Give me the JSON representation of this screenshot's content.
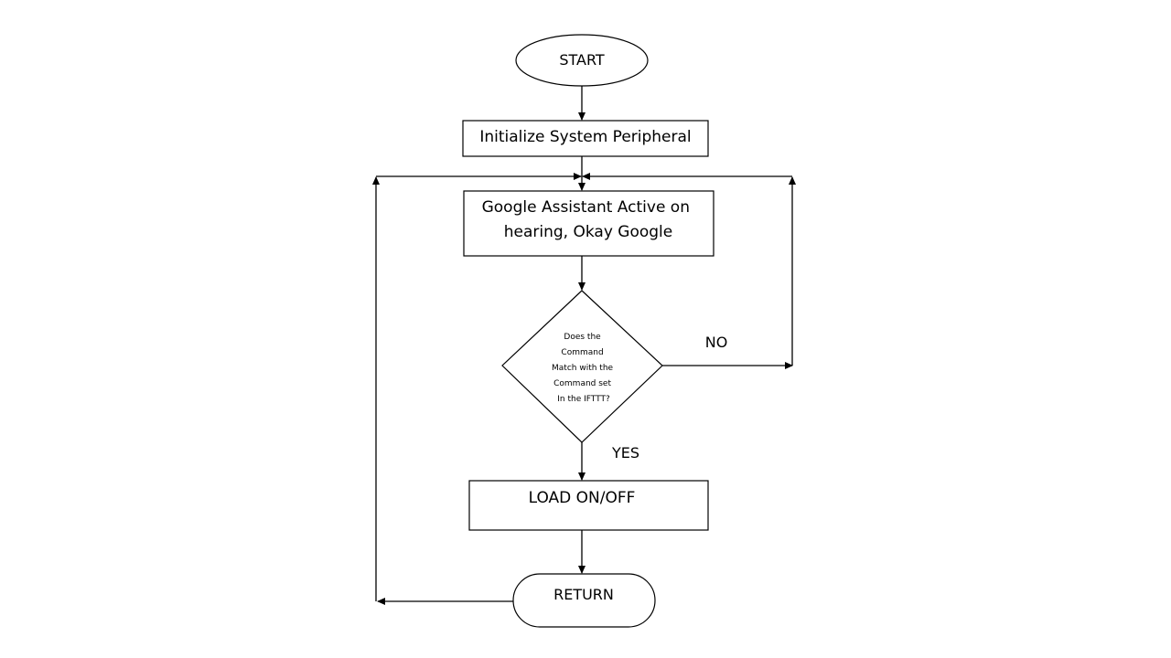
{
  "diagram": {
    "start_label": "START",
    "init_label": "Initialize System Peripheral",
    "assistant_lines": [
      "Google Assistant Active on",
      "hearing, Okay Google"
    ],
    "decision_lines": [
      "Does the",
      "Command",
      "Match with the",
      "Command set",
      "In the IFTTT?"
    ],
    "no_label": "NO",
    "yes_label": "YES",
    "load_label": "LOAD ON/OFF",
    "return_label": "RETURN"
  },
  "colors": {
    "stroke": "#000000",
    "fill": "#ffffff",
    "text": "#000000"
  }
}
